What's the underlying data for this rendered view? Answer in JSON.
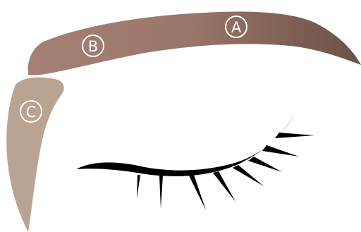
{
  "zones": [
    {
      "id": "A",
      "label": "A",
      "description_color": "#8a6a5f"
    },
    {
      "id": "B",
      "label": "B",
      "description_color": "#a07e74"
    },
    {
      "id": "C",
      "label": "C",
      "description_color": "#b9a393"
    }
  ],
  "colors": {
    "brow_start": "#a68077",
    "brow_mid": "#987569",
    "brow_end": "#6b5147",
    "lower_brow": "#b9a393",
    "lash_line": "#000000",
    "label_ring": "#ffffff",
    "background": "#ffffff"
  },
  "icons": [
    "eyebrow-shape",
    "closed-eye-with-lashes"
  ]
}
